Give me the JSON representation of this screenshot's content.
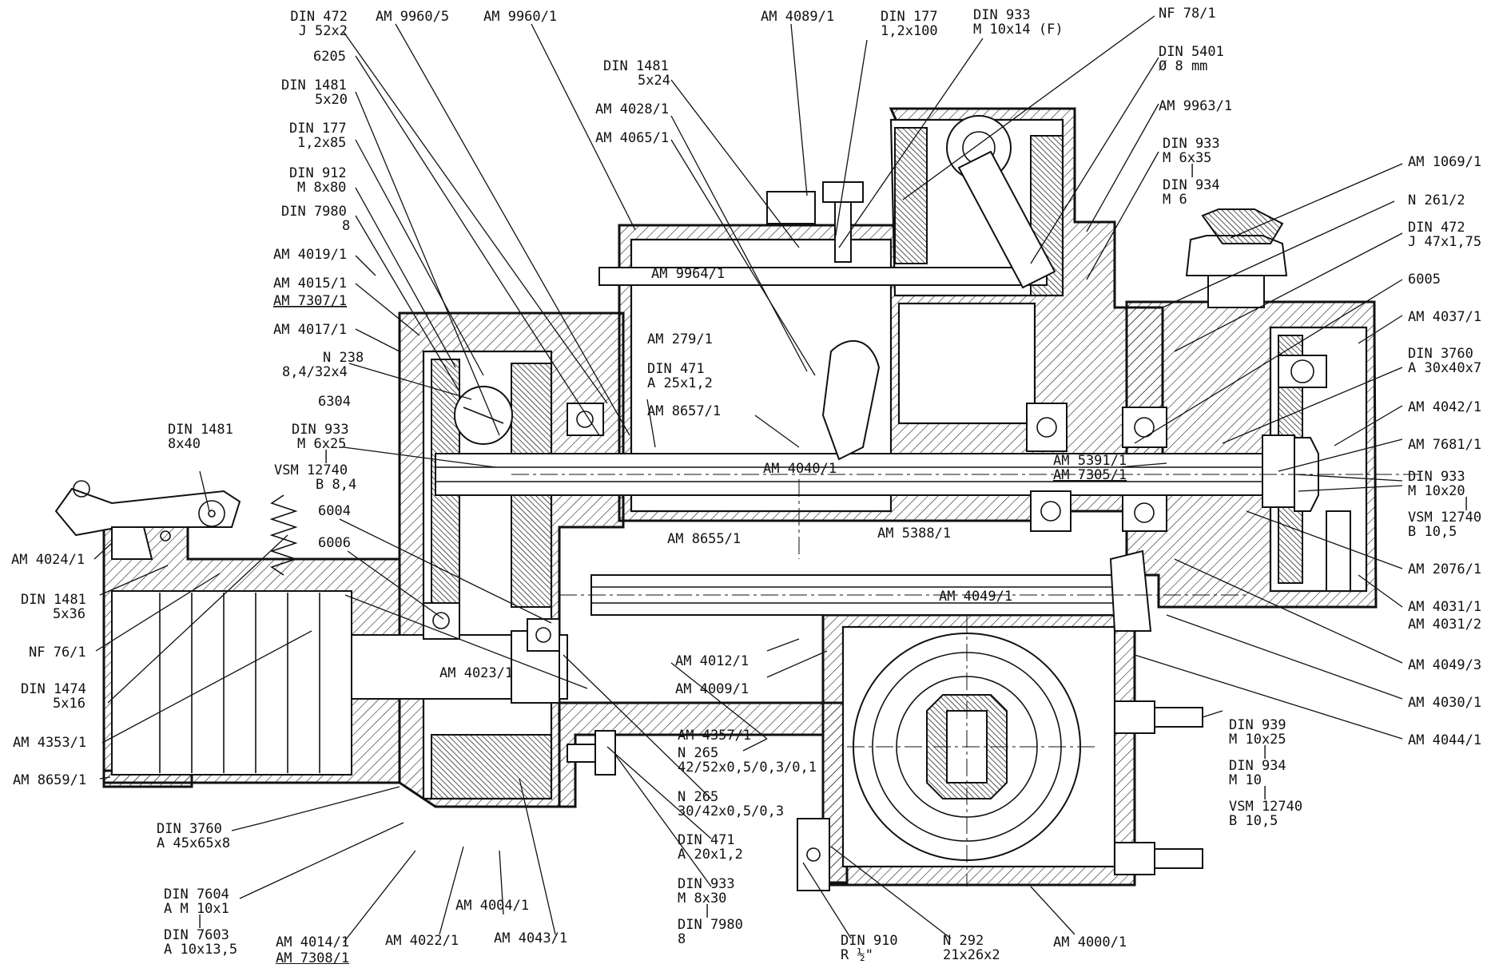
{
  "labels": [
    {
      "id": "din472-j52x2",
      "lines": [
        "DIN 472",
        "J 52x2"
      ],
      "underline": false
    },
    {
      "id": "am9960-5",
      "lines": [
        "AM 9960/5"
      ],
      "underline": false
    },
    {
      "id": "am9960-1",
      "lines": [
        "AM 9960/1"
      ],
      "underline": false
    },
    {
      "id": "am4089-1",
      "lines": [
        "AM 4089/1"
      ],
      "underline": false
    },
    {
      "id": "din177-1-2x100",
      "lines": [
        "DIN 177",
        "1,2x100"
      ],
      "underline": false
    },
    {
      "id": "din933-m10x14f",
      "lines": [
        "DIN 933",
        "M 10x14 (F)"
      ],
      "underline": false
    },
    {
      "id": "nf78-1",
      "lines": [
        "NF 78/1"
      ],
      "underline": false
    },
    {
      "id": "din5401",
      "lines": [
        "DIN 5401",
        "Ø 8 mm"
      ],
      "underline": false
    },
    {
      "id": "am9963-1",
      "lines": [
        "AM 9963/1"
      ],
      "underline": false
    },
    {
      "id": "din933-m6x35",
      "lines": [
        "DIN 933",
        "M 6x35",
        "|",
        "DIN 934",
        "M 6"
      ],
      "underline": false
    },
    {
      "id": "am1069-1",
      "lines": [
        "AM 1069/1"
      ],
      "underline": false
    },
    {
      "id": "n261-2",
      "lines": [
        "N 261/2"
      ],
      "underline": false
    },
    {
      "id": "din472-j47",
      "lines": [
        "DIN 472",
        "J 47x1,75"
      ],
      "underline": false
    },
    {
      "id": "b6005",
      "lines": [
        "6005"
      ],
      "underline": false
    },
    {
      "id": "am4037-1",
      "lines": [
        "AM 4037/1"
      ],
      "underline": false
    },
    {
      "id": "din3760-a30",
      "lines": [
        "DIN 3760",
        "A 30x40x7"
      ],
      "underline": false
    },
    {
      "id": "am4042-1",
      "lines": [
        "AM 4042/1"
      ],
      "underline": false
    },
    {
      "id": "am7681-1",
      "lines": [
        "AM 7681/1"
      ],
      "underline": false
    },
    {
      "id": "din933-m10x20",
      "lines": [
        "DIN 933",
        "M 10x20",
        "|",
        "VSM 12740",
        "B 10,5"
      ],
      "underline": false
    },
    {
      "id": "am2076-1",
      "lines": [
        "AM 2076/1"
      ],
      "underline": false
    },
    {
      "id": "am4031",
      "lines": [
        "AM 4031/1",
        "AM 4031/2"
      ],
      "underline": false
    },
    {
      "id": "am4049-3",
      "lines": [
        "AM 4049/3"
      ],
      "underline": false
    },
    {
      "id": "am4030-1",
      "lines": [
        "AM 4030/1"
      ],
      "underline": false
    },
    {
      "id": "am4044-1",
      "lines": [
        "AM 4044/1"
      ],
      "underline": false
    },
    {
      "id": "din939-m10x25",
      "lines": [
        "DIN 939",
        "M 10x25",
        "|",
        "DIN 934",
        "M 10",
        "|",
        "VSM 12740",
        "B 10,5"
      ],
      "underline": false
    },
    {
      "id": "am4000-1",
      "lines": [
        "AM 4000/1"
      ],
      "underline": false
    },
    {
      "id": "n292",
      "lines": [
        "N 292",
        "21x26x2"
      ],
      "underline": false
    },
    {
      "id": "din910",
      "lines": [
        "DIN 910",
        "R ½\""
      ],
      "underline": false
    },
    {
      "id": "din933-m8x30",
      "lines": [
        "DIN 933",
        "M 8x30",
        "|",
        "DIN 7980",
        "8"
      ],
      "underline": false
    },
    {
      "id": "din471-a20",
      "lines": [
        "DIN 471",
        "A 20x1,2"
      ],
      "underline": false
    },
    {
      "id": "n265-30",
      "lines": [
        "N 265",
        "30/42x0,5/0,3"
      ],
      "underline": false
    },
    {
      "id": "am4043-1",
      "lines": [
        "AM 4043/1"
      ],
      "underline": false
    },
    {
      "id": "am4022-1",
      "lines": [
        "AM 4022/1"
      ],
      "underline": false
    },
    {
      "id": "am4004-1",
      "lines": [
        "AM 4004/1"
      ],
      "underline": false
    },
    {
      "id": "am4014-1",
      "lines": [
        "AM 4014/1"
      ],
      "underline": false
    },
    {
      "id": "am7308-1",
      "lines": [
        "AM 7308/1"
      ],
      "underline": true
    },
    {
      "id": "din7604",
      "lines": [
        "DIN 7604",
        "A M 10x1",
        "|",
        "DIN 7603",
        "A 10x13,5"
      ],
      "underline": false
    },
    {
      "id": "din3760-a45",
      "lines": [
        "DIN 3760",
        "A 45x65x8"
      ],
      "underline": false
    },
    {
      "id": "am8659-1",
      "lines": [
        "AM 8659/1"
      ],
      "underline": false
    },
    {
      "id": "am4353-1",
      "lines": [
        "AM 4353/1"
      ],
      "underline": false
    },
    {
      "id": "din1474",
      "lines": [
        "DIN 1474",
        "5x16"
      ],
      "underline": false
    },
    {
      "id": "nf76-1",
      "lines": [
        "NF 76/1"
      ],
      "underline": false
    },
    {
      "id": "din1481-5x36",
      "lines": [
        "DIN 1481",
        "5x36"
      ],
      "underline": false
    },
    {
      "id": "am4024-1",
      "lines": [
        "AM 4024/1"
      ],
      "underline": false
    },
    {
      "id": "din1481-8x40",
      "lines": [
        "DIN 1481",
        "8x40"
      ],
      "underline": false
    },
    {
      "id": "din933-m6x25",
      "lines": [
        "DIN 933",
        "M 6x25",
        "|",
        "VSM 12740",
        "B 8,4"
      ],
      "underline": false
    },
    {
      "id": "b6004",
      "lines": [
        "6004"
      ],
      "underline": false
    },
    {
      "id": "b6006",
      "lines": [
        "6006"
      ],
      "underline": false
    },
    {
      "id": "b6304",
      "lines": [
        "6304"
      ],
      "underline": false
    },
    {
      "id": "n238",
      "lines": [
        "N 238",
        "8,4/32x4"
      ],
      "underline": false
    },
    {
      "id": "am4017-1",
      "lines": [
        "AM 4017/1"
      ],
      "underline": false
    },
    {
      "id": "am4015-1",
      "lines": [
        "AM 4015/1"
      ],
      "underline": false
    },
    {
      "id": "am7307-1",
      "lines": [
        "AM 7307/1"
      ],
      "underline": true
    },
    {
      "id": "am4019-1",
      "lines": [
        "AM 4019/1"
      ],
      "underline": false
    },
    {
      "id": "din7980-8",
      "lines": [
        "DIN 7980",
        "8"
      ],
      "underline": false
    },
    {
      "id": "din912-m8x80",
      "lines": [
        "DIN 912",
        "M 8x80"
      ],
      "underline": false
    },
    {
      "id": "din177-1-2x85",
      "lines": [
        "DIN 177",
        "1,2x85"
      ],
      "underline": false
    },
    {
      "id": "din1481-5x20",
      "lines": [
        "DIN 1481",
        "5x20"
      ],
      "underline": false
    },
    {
      "id": "b6205",
      "lines": [
        "6205"
      ],
      "underline": false
    },
    {
      "id": "din1481-5x24",
      "lines": [
        "DIN 1481",
        "5x24"
      ],
      "underline": false
    },
    {
      "id": "am4028-1",
      "lines": [
        "AM 4028/1"
      ],
      "underline": false
    },
    {
      "id": "am4065-1",
      "lines": [
        "AM 4065/1"
      ],
      "underline": false
    },
    {
      "id": "am9964-1",
      "lines": [
        "AM 9964/1"
      ],
      "underline": false
    },
    {
      "id": "am279-1",
      "lines": [
        "AM 279/1"
      ],
      "underline": false
    },
    {
      "id": "din471-a25",
      "lines": [
        "DIN 471",
        "A 25x1,2"
      ],
      "underline": false
    },
    {
      "id": "am8657-1",
      "lines": [
        "AM 8657/1"
      ],
      "underline": false
    },
    {
      "id": "am4040-1",
      "lines": [
        "AM 4040/1"
      ],
      "underline": false
    },
    {
      "id": "am5391-1",
      "lines": [
        "AM 5391/1"
      ],
      "underline": false
    },
    {
      "id": "am7305-1",
      "lines": [
        "AM 7305/1"
      ],
      "underline": true
    },
    {
      "id": "am5388-1",
      "lines": [
        "AM 5388/1"
      ],
      "underline": false
    },
    {
      "id": "am8655-1",
      "lines": [
        "AM 8655/1"
      ],
      "underline": false
    },
    {
      "id": "am4049-1",
      "lines": [
        "AM 4049/1"
      ],
      "underline": false
    },
    {
      "id": "am4023-1",
      "lines": [
        "AM 4023/1"
      ],
      "underline": false
    },
    {
      "id": "am4012-1",
      "lines": [
        "AM 4012/1"
      ],
      "underline": false
    },
    {
      "id": "am4009-1",
      "lines": [
        "AM 4009/1"
      ],
      "underline": false
    },
    {
      "id": "am4357-1",
      "lines": [
        "AM 4357/1"
      ],
      "underline": false
    },
    {
      "id": "n265-42",
      "lines": [
        "N 265",
        "42/52x0,5/0,3/0,1"
      ],
      "underline": false
    }
  ]
}
